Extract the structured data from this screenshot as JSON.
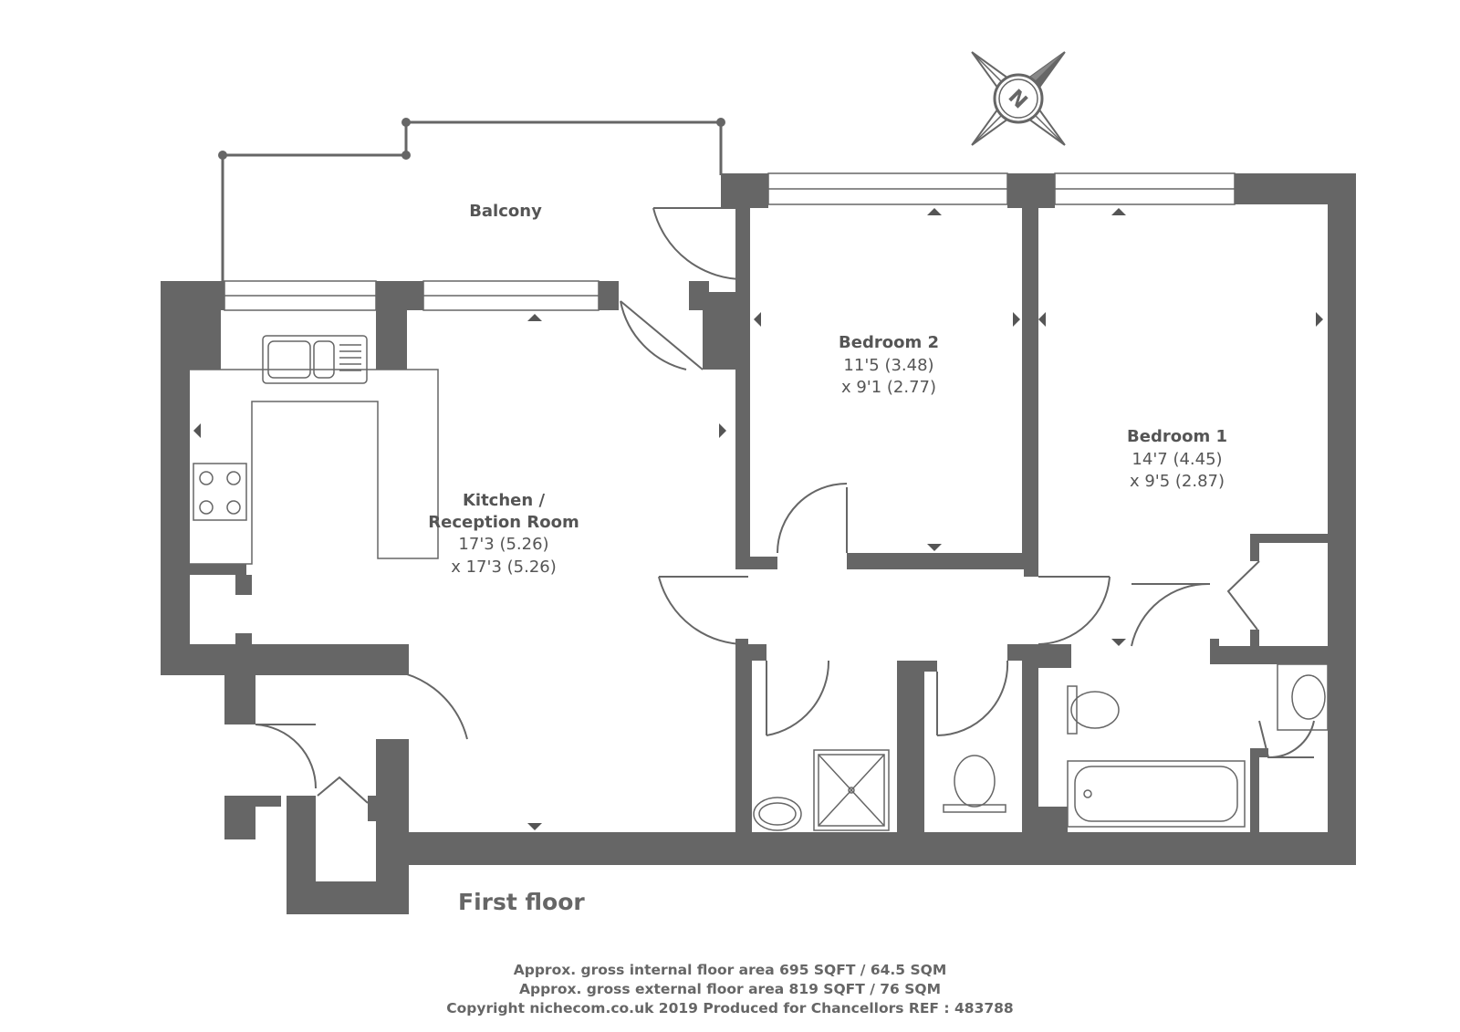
{
  "floor_label": "First floor",
  "compass": {
    "label": "N",
    "icon": "compass-rose-icon"
  },
  "rooms": {
    "balcony": {
      "name": "Balcony"
    },
    "kitchen": {
      "name_line1": "Kitchen /",
      "name_line2": "Reception Room",
      "dim_line1": "17'3 (5.26)",
      "dim_line2": "x 17'3 (5.26)"
    },
    "bedroom2": {
      "name": "Bedroom 2",
      "dim_line1": "11'5 (3.48)",
      "dim_line2": "x 9'1 (2.77)"
    },
    "bedroom1": {
      "name": "Bedroom 1",
      "dim_line1": "14'7 (4.45)",
      "dim_line2": "x 9'5 (2.87)"
    }
  },
  "footer": {
    "line1": "Approx. gross internal floor area 695 SQFT / 64.5 SQM",
    "line2": "Approx. gross external floor area 819 SQFT / 76 SQM",
    "line3": "Copyright nichecom.co.uk 2019 Produced for Chancellors REF : 483788"
  },
  "colors": {
    "wall": "#666666",
    "text": "#555555",
    "background": "#ffffff"
  }
}
